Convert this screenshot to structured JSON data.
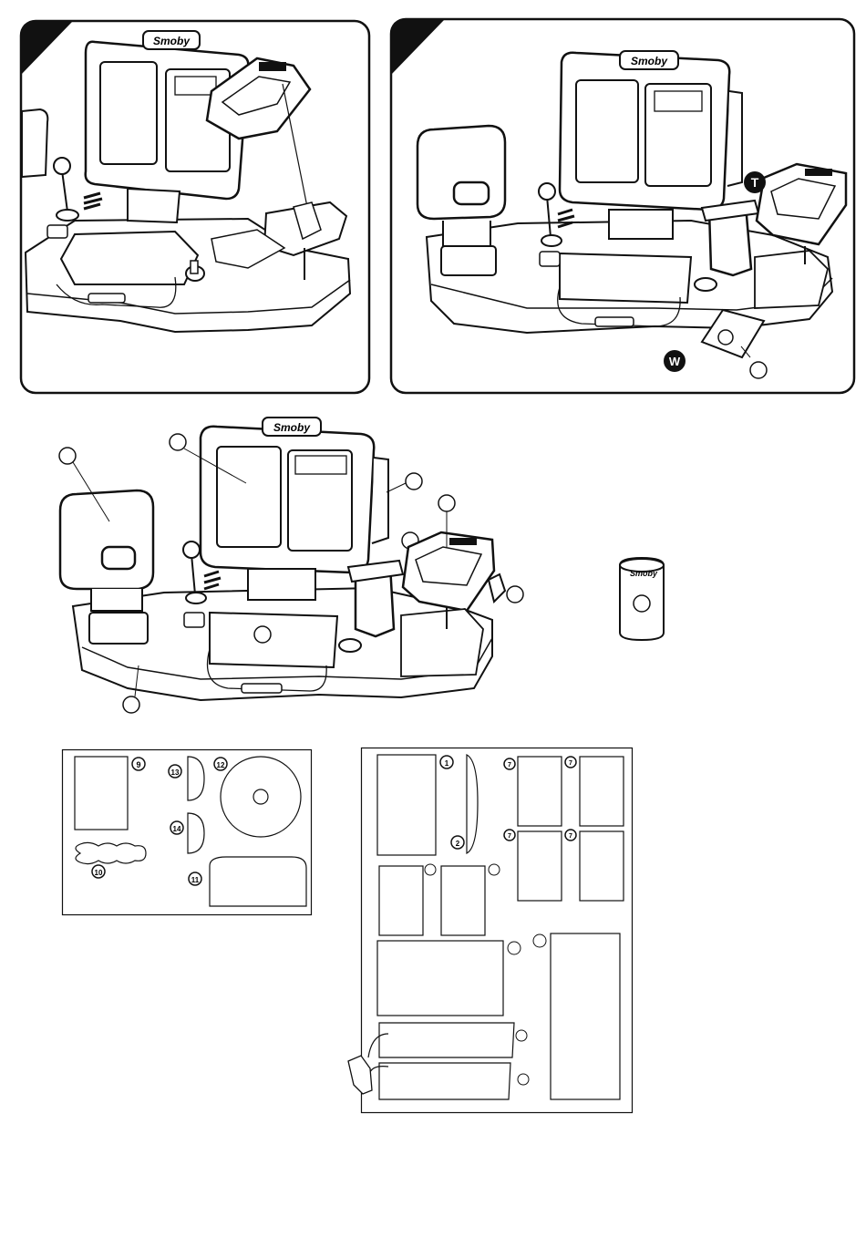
{
  "brand": {
    "logo_text": "Smoby",
    "can_logo_text": "Smoby"
  },
  "callouts": {
    "badge_T": "T",
    "badge_W": "W"
  },
  "sticker_sheet_a": {
    "numbers": [
      "9",
      "13",
      "12",
      "14",
      "10",
      "11"
    ]
  },
  "sticker_sheet_b": {
    "numbers": [
      "1",
      "7",
      "7",
      "2",
      "7",
      "7"
    ]
  },
  "colors": {
    "ink": "#111111",
    "paper": "#ffffff",
    "shade": "#d9d9d9",
    "dark_shade": "#555555"
  }
}
